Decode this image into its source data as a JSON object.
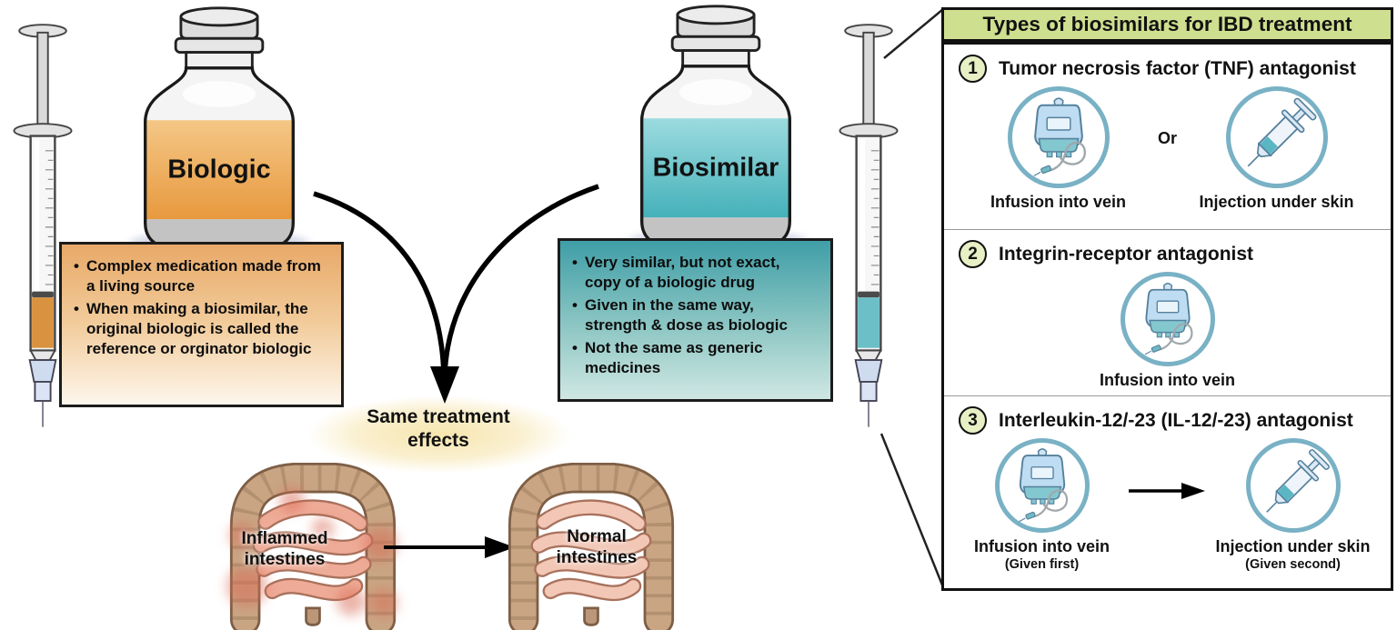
{
  "left": {
    "vial_label": "Biologic",
    "bullets": [
      "Complex medication made from a living source",
      "When making a biosimilar, the original biologic is called the reference or orginator biologic"
    ]
  },
  "right": {
    "vial_label": "Biosimilar",
    "bullets": [
      "Very similar, but not exact, copy of a biologic drug",
      "Given in the same way, strength & dose as biologic",
      "Not the same as generic medicines"
    ]
  },
  "center": {
    "effect_label": "Same treatment effects",
    "inflamed_label": "Inflammed intestines",
    "normal_label": "Normal intestines"
  },
  "panel": {
    "title": "Types of biosimilars for IBD treatment",
    "sections": [
      {
        "number": "1",
        "title": "Tumor necrosis factor (TNF) antagonist",
        "connector": "Or",
        "items": [
          {
            "icon": "iv-bag",
            "label": "Infusion into vein"
          },
          {
            "icon": "syringe",
            "label": "Injection under skin"
          }
        ]
      },
      {
        "number": "2",
        "title": "Integrin-receptor antagonist",
        "items": [
          {
            "icon": "iv-bag",
            "label": "Infusion into vein"
          }
        ]
      },
      {
        "number": "3",
        "title": "Interleukin-12/-23 (IL-12/-23) antagonist",
        "items": [
          {
            "icon": "iv-bag",
            "label": "Infusion into vein",
            "sublabel": "(Given first)"
          },
          {
            "icon": "syringe",
            "label": "Injection under skin",
            "sublabel": "(Given second)"
          }
        ]
      }
    ]
  },
  "colors": {
    "biologic_accent": "#e89a4e",
    "biosimilar_accent": "#55bac2",
    "panel_header_bg": "#cfdf90",
    "number_circle_bg": "#e7efc5",
    "icon_circle_border": "#79b1c5"
  }
}
